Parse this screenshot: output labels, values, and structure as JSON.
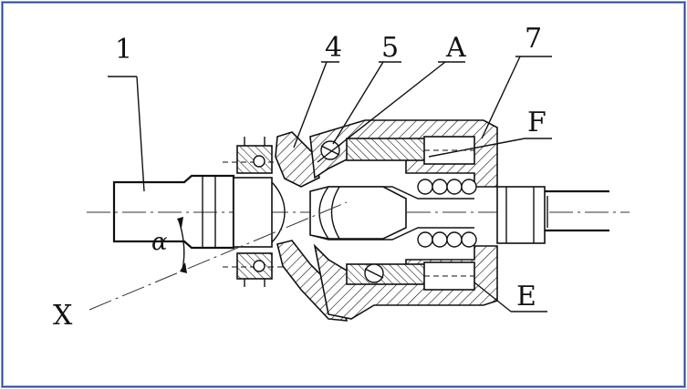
{
  "labels": {
    "part1": "1",
    "part4": "4",
    "part5": "5",
    "partA": "A",
    "part7": "7",
    "partF": "F",
    "partE": "E",
    "axisX": "X",
    "angle": "α"
  },
  "colors": {
    "frame": "#2a3f9a",
    "ink": "#111111"
  }
}
